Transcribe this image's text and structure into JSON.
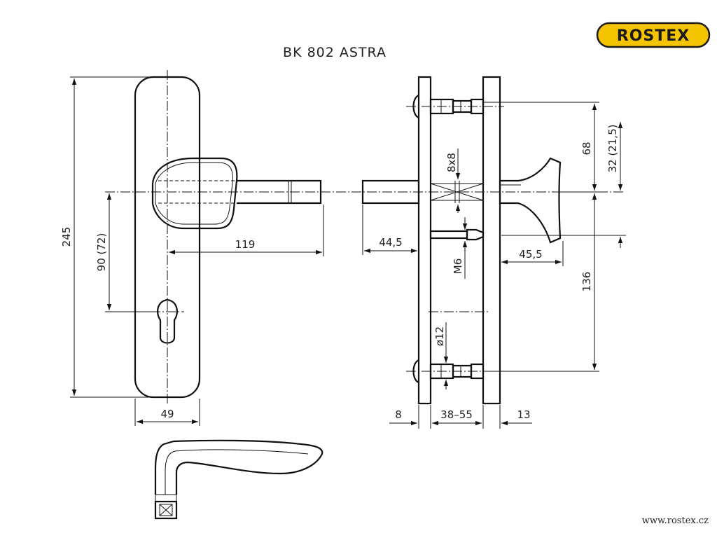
{
  "title": "BK 802 ASTRA",
  "brand": {
    "logo_text": "ROSTEX",
    "logo_fill": "#f5c400",
    "website": "www.rostex.cz"
  },
  "dimensions": {
    "plate_height": "245",
    "plate_width": "49",
    "handle_spacing": "90 (72)",
    "handle_length": "119",
    "spindle_length": "44,5",
    "handle_projection": "45,5",
    "bolt_top_distance": "68",
    "bolt_offset": "32 (21,5)",
    "bolt_bottom_distance": "136",
    "spindle_square": "8x8",
    "screw_thread": "M6",
    "bolt_diameter": "ø12",
    "outer_plate_thickness": "8",
    "door_thickness": "38–55",
    "inner_plate_thickness": "13"
  }
}
